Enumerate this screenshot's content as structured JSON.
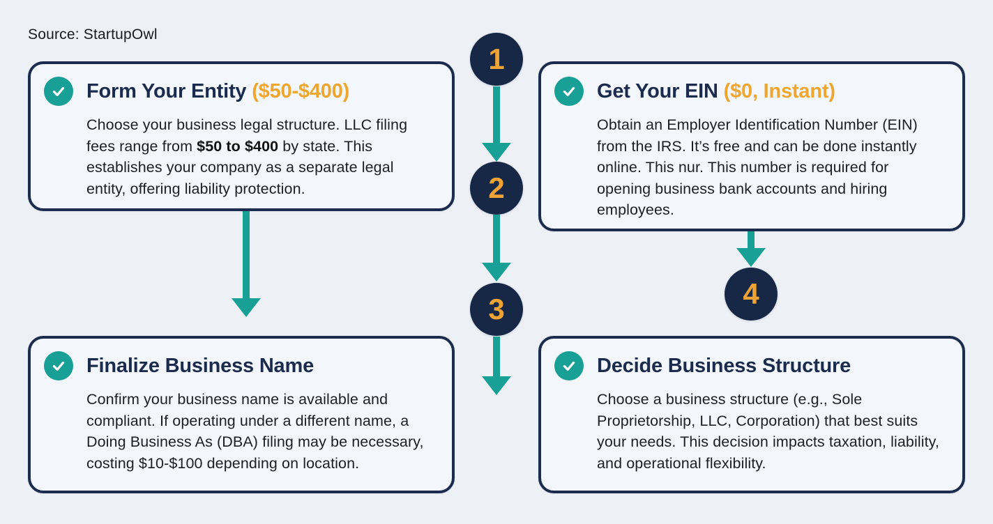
{
  "source_label": "Source: StartupOwl",
  "colors": {
    "background": "#edf1f6",
    "card_background": "#f3f6fa",
    "card_border_navy": "#1c2c4e",
    "title_navy": "#1b2b4e",
    "accent_orange": "#efa62f",
    "accent_teal": "#18a096",
    "number_circle_navy": "#172847",
    "body_text": "#1d1f23"
  },
  "cards": [
    {
      "icon": "check-circle",
      "title": "Form Your Entity",
      "price": "($50-$400)",
      "body_pre": "Choose your business legal structure. LLC filing fees range from ",
      "body_bold": "$50 to $400",
      "body_post": " by state. This establishes your company as a separate legal entity, offering liability protection."
    },
    {
      "icon": "check-circle",
      "title": "Get Your EIN",
      "price": "($0, Instant)",
      "body_pre": "Obtain an Employer Identification Number (EIN) from the IRS. It’s free and can be done instantly online. This nur. This number is required for opening business bank accounts and hiring employees.",
      "body_bold": "",
      "body_post": ""
    },
    {
      "icon": "check-circle",
      "title": "Finalize Business Name",
      "price": "",
      "body_pre": "Confirm your business name is available and compliant. If operating under a different name, a Doing Business As (DBA) filing may be necessary, costing $10-$100 depending on location.",
      "body_bold": "",
      "body_post": ""
    },
    {
      "icon": "check-circle",
      "title": "Decide Business Structure",
      "price": "",
      "body_pre": "Choose a business structure (e.g., Sole Proprietorship, LLC, Corporation) that best suits your needs. This decision impacts taxation, liability, and operational flexibility.",
      "body_bold": "",
      "body_post": ""
    }
  ],
  "flow": {
    "numbers": [
      "1",
      "2",
      "3",
      "4"
    ]
  }
}
